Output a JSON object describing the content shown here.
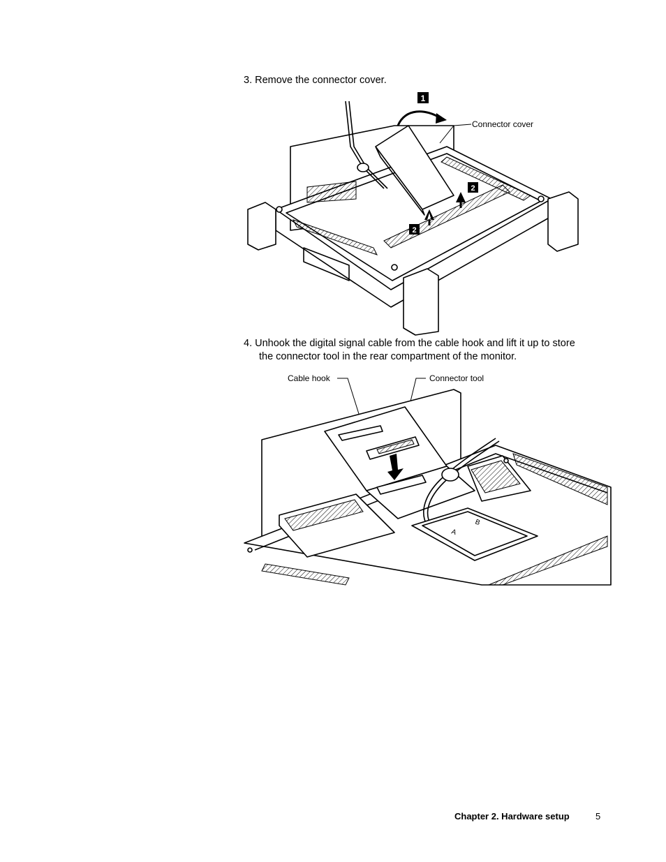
{
  "steps": [
    {
      "text": "3. Remove the connector cover."
    },
    {
      "line1": "4. Unhook the digital signal cable from the cable hook and lift it up to store",
      "line2": "the connector tool in the rear compartment of the monitor."
    }
  ],
  "figure1": {
    "callout_connector_cover": "Connector cover",
    "badge_1": "1",
    "badge_2a": "2",
    "badge_2b": "2"
  },
  "figure2": {
    "callout_cable_hook": "Cable hook",
    "callout_connector_tool": "Connector tool",
    "label_a": "A",
    "label_b": "B"
  },
  "footer": {
    "chapter": "Chapter 2. Hardware setup",
    "page": "5"
  }
}
